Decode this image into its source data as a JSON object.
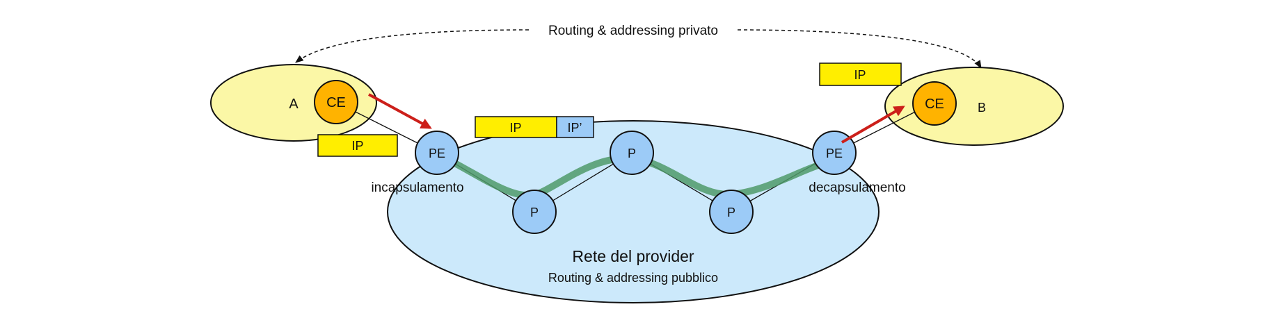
{
  "top_label": "Routing & addressing privato",
  "site_a": {
    "label": "A",
    "ce": "CE",
    "packet": "IP"
  },
  "site_b": {
    "label": "B",
    "ce": "CE",
    "packet": "IP"
  },
  "provider": {
    "title": "Rete del provider",
    "subtitle": "Routing & addressing pubblico",
    "pe_left": "PE",
    "pe_right": "PE",
    "p_nodes": [
      "P",
      "P",
      "P"
    ],
    "encap_label": "incapsulamento",
    "decap_label": "decapsulamento",
    "packet_inner": "IP",
    "packet_outer": "IP’"
  },
  "colors": {
    "site_fill": "#fbf7a6",
    "provider_fill": "#cce9fb",
    "ce_fill": "#ffb300",
    "node_fill": "#9ccbf7",
    "packet_fill": "#ffee00",
    "tunnel": "#4f9a6a",
    "arrow": "#cc1f1a"
  }
}
